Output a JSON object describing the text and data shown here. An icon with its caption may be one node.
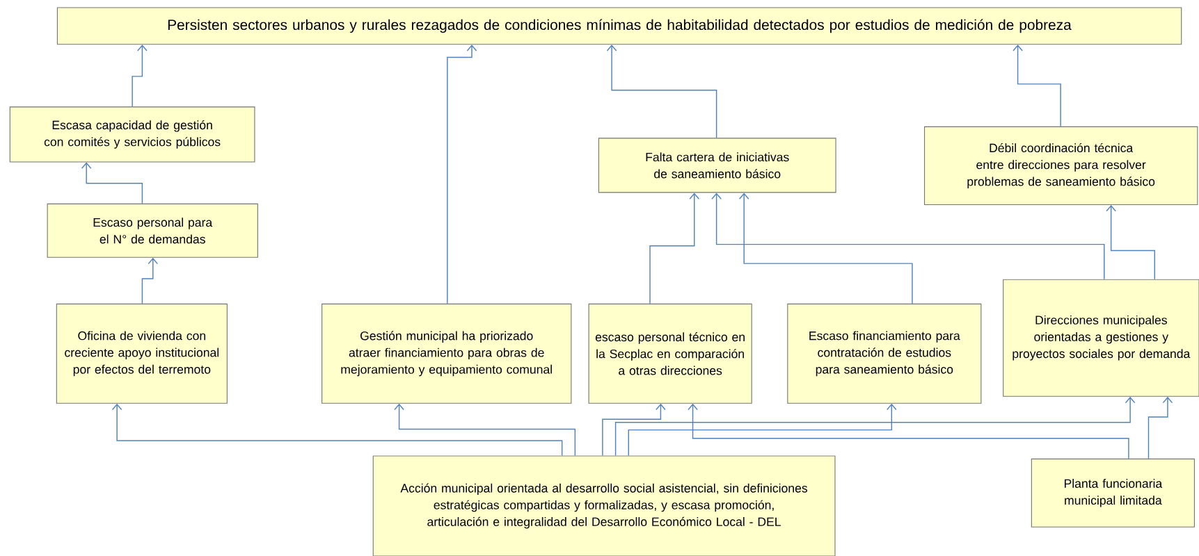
{
  "diagram": {
    "nodes": [
      {
        "text": [
          "Persisten sectores urbanos y rurales rezagados de condiciones mínimas de habitabilidad detectados por estudios de medición de pobreza"
        ]
      },
      {
        "text": [
          "Escasa capacidad de gestión con comités y servicios públicos"
        ]
      },
      {
        "text": [
          "Escaso personal para el N° de demandas"
        ]
      },
      {
        "text": [
          "Oficina de vivienda con creciente apoyo institucional por efectos del terremoto"
        ]
      },
      {
        "text": [
          "Gestión municipal ha priorizado atraer financiamiento para obras de mejoramiento y equipamiento comunal"
        ]
      },
      {
        "text": [
          "Falta cartera de iniciativas de saneamiento básico"
        ]
      },
      {
        "text": [
          "Débil coordinación técnica entre direcciones para resolver problemas de saneamiento básico"
        ]
      },
      {
        "text": [
          "escaso personal técnico en la Secplac en comparación a otras direcciones"
        ]
      },
      {
        "text": [
          "Escaso financiamiento para contratación de estudios para saneamiento básico"
        ]
      },
      {
        "text": [
          "Direcciones municipales orientadas a gestiones y proyectos sociales por demanda"
        ]
      },
      {
        "text": [
          "Acción municipal orientada al desarrollo social asistencial, sin definiciones estratégicas compartidas y formalizadas, y escasa promoción, articulación e integralidad del Desarrollo Económico Local - DEL"
        ]
      },
      {
        "text": [
          "Planta funcionaria municipal limitada"
        ]
      }
    ],
    "edges": [
      {
        "from": 1,
        "to": 0,
        "arrow": "to"
      },
      {
        "from": 4,
        "to": 0,
        "arrow": "to"
      },
      {
        "from": 5,
        "to": 0,
        "arrow": "to"
      },
      {
        "from": 6,
        "to": 0,
        "arrow": "to"
      },
      {
        "from": 2,
        "to": 1,
        "arrow": "to"
      },
      {
        "from": 3,
        "to": 2,
        "arrow": "to"
      },
      {
        "from": 7,
        "to": 5,
        "arrow": "to"
      },
      {
        "from": 8,
        "to": 5,
        "arrow": "to"
      },
      {
        "from": 9,
        "to": 5,
        "arrow": "to"
      },
      {
        "from": 9,
        "to": 6,
        "arrow": "to"
      },
      {
        "from": 10,
        "to": 3,
        "arrow": "to"
      },
      {
        "from": 10,
        "to": 4,
        "arrow": "to"
      },
      {
        "from": 10,
        "to": 7,
        "arrow": "to"
      },
      {
        "from": 10,
        "to": 9,
        "arrow": "to"
      },
      {
        "from": 10,
        "to": 8,
        "arrow": "to"
      },
      {
        "from": 11,
        "to": 7,
        "arrow": "to"
      },
      {
        "from": 11,
        "to": 9,
        "arrow": "to"
      }
    ]
  }
}
